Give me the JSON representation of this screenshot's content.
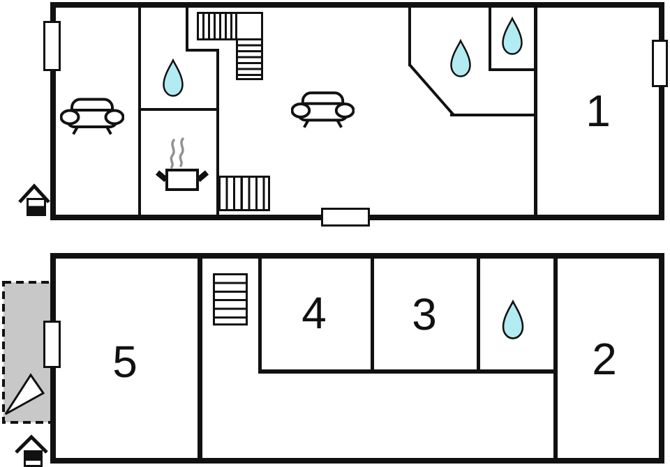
{
  "diagram": {
    "type": "floor-plan",
    "floors": {
      "upper": {
        "rooms": [
          {
            "label": "1"
          }
        ],
        "water_drops": 3,
        "sofas": 2,
        "staircases": 2,
        "stoves": 1,
        "windows": 2,
        "doors": 1,
        "entrance_markers": 1
      },
      "lower": {
        "rooms": [
          {
            "label": "5"
          },
          {
            "label": "4"
          },
          {
            "label": "3"
          },
          {
            "label": "2"
          }
        ],
        "water_drops": 1,
        "staircases": 1,
        "windows": 1,
        "terraces": 1,
        "entrance_markers": 1
      }
    },
    "icons": {
      "water-drop-icon": "teardrop shape",
      "sofa-icon": "sofa outline with armrests and legs",
      "stove-pot-icon": "pot with steam squiggles",
      "staircase-icon": "bordered box with tread lines",
      "entrance-house-icon": "small house with half-filled door block",
      "window-marker": "white rectangle across wall",
      "door-marker": "white rectangle across wall",
      "terrace-pointer-icon": "triangle outline"
    },
    "colors": {
      "wall": "#111111",
      "water_drop": "#b2ebf2",
      "terrace": "#c8c8c8",
      "steam": "#919191",
      "background": "#ffffff"
    }
  }
}
